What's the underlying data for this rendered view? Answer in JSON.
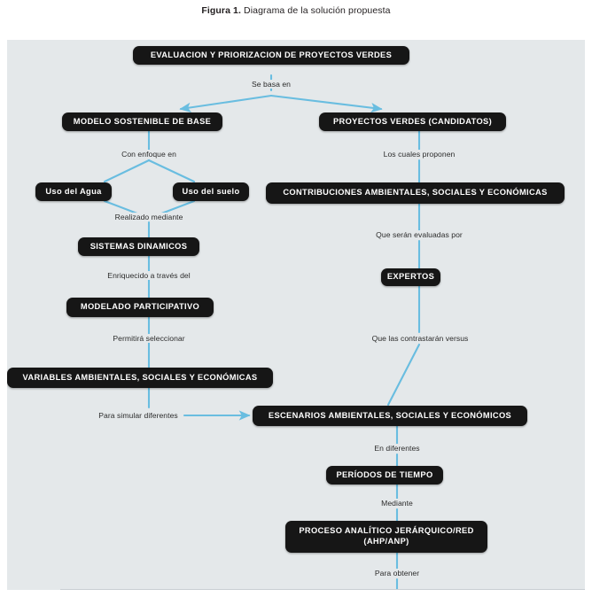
{
  "caption": {
    "label": "Figura 1.",
    "text": " Diagrama de la solución propuesta"
  },
  "colors": {
    "canvas_background": "#e4e8ea",
    "node_fill": "#161616",
    "node_text": "#ffffff",
    "edge_line": "#69bde0",
    "page_background": "#ffffff",
    "label_text": "#2b2b2b"
  },
  "diagram": {
    "type": "flowchart",
    "nodes": [
      {
        "id": "evaluacion",
        "label": "EVALUACION Y PRIORIZACION DE PROYECTOS VERDES"
      },
      {
        "id": "modelo",
        "label": "MODELO SOSTENIBLE DE BASE"
      },
      {
        "id": "proyectos",
        "label": "PROYECTOS VERDES (CANDIDATOS)"
      },
      {
        "id": "uso_agua",
        "label": "Uso del Agua"
      },
      {
        "id": "uso_suelo",
        "label": "Uso del suelo"
      },
      {
        "id": "contribuciones",
        "label": "CONTRIBUCIONES AMBIENTALES, SOCIALES Y ECONÓMICAS"
      },
      {
        "id": "sistemas",
        "label": "SISTEMAS DINAMICOS"
      },
      {
        "id": "expertos",
        "label": "EXPERTOS"
      },
      {
        "id": "modelado",
        "label": "MODELADO PARTICIPATIVO"
      },
      {
        "id": "variables",
        "label": "VARIABLES AMBIENTALES, SOCIALES Y ECONÓMICAS"
      },
      {
        "id": "escenarios",
        "label": "ESCENARIOS AMBIENTALES, SOCIALES Y ECONÓMICOS"
      },
      {
        "id": "periodos",
        "label": "PERÍODOS DE TIEMPO"
      },
      {
        "id": "proceso_l1",
        "label": "PROCESO ANALÍTICO JERÁRQUICO/RED"
      },
      {
        "id": "proceso_l2",
        "label": "(AHP/ANP)"
      }
    ],
    "edge_labels": [
      {
        "id": "se-basa-en",
        "text": "Se basa en"
      },
      {
        "id": "con-enfoque-en",
        "text": "Con enfoque en"
      },
      {
        "id": "los-cuales-proponen",
        "text": "Los cuales proponen"
      },
      {
        "id": "realizado-mediante",
        "text": "Realizado mediante"
      },
      {
        "id": "que-seran-evaluadas",
        "text": "Que serán evaluadas por"
      },
      {
        "id": "enriquecido",
        "text": "Enriquecido a través del"
      },
      {
        "id": "que-las-contrastaran",
        "text": "Que las contrastarán versus"
      },
      {
        "id": "permitira-seleccionar",
        "text": "Permitirá seleccionar"
      },
      {
        "id": "para-simular",
        "text": "Para simular diferentes"
      },
      {
        "id": "en-diferentes",
        "text": "En diferentes"
      },
      {
        "id": "mediante",
        "text": "Mediante"
      },
      {
        "id": "para-obtener",
        "text": "Para obtener"
      }
    ]
  }
}
